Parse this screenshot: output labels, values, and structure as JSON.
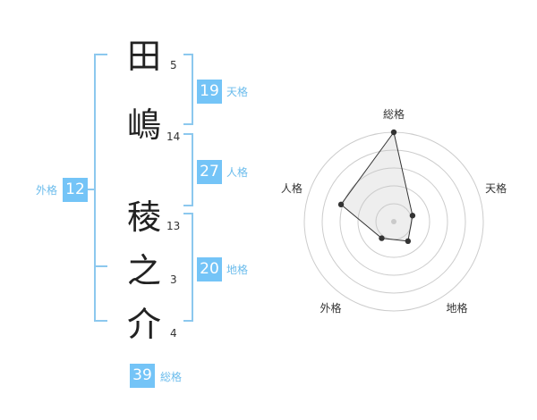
{
  "name_chars": [
    {
      "char": "田",
      "strokes": "5"
    },
    {
      "char": "嶋",
      "strokes": "14"
    },
    {
      "char": "稜",
      "strokes": "13"
    },
    {
      "char": "之",
      "strokes": "3"
    },
    {
      "char": "介",
      "strokes": "4"
    }
  ],
  "fortunes": {
    "tenkaku": {
      "value": "19",
      "label": "天格"
    },
    "jinkaku": {
      "value": "27",
      "label": "人格"
    },
    "chikaku": {
      "value": "20",
      "label": "地格"
    },
    "gaikaku": {
      "value": "12",
      "label": "外格"
    },
    "soukaku": {
      "value": "39",
      "label": "総格"
    }
  },
  "colors": {
    "accent": "#74c4f7",
    "label_text": "#6bbcec",
    "bracket": "#8cc8ee"
  },
  "chart_data": {
    "type": "radar",
    "axes": [
      "総格",
      "天格",
      "地格",
      "外格",
      "人格"
    ],
    "values": [
      1.0,
      0.22,
      0.27,
      0.23,
      0.62
    ],
    "range": [
      0,
      1
    ],
    "rings": 5
  }
}
